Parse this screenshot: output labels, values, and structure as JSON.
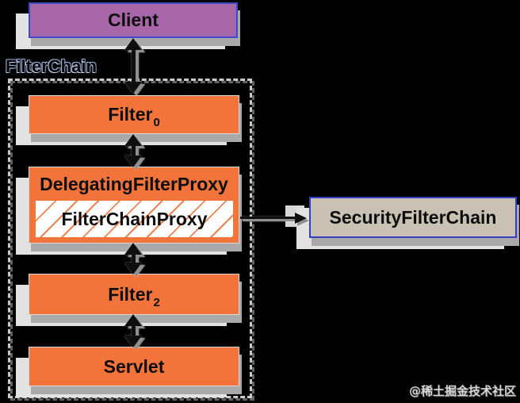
{
  "filterchain_label": "FilterChain",
  "nodes": {
    "client": {
      "label": "Client",
      "fill": "#a666a8",
      "border": "#3f49c9"
    },
    "filter0": {
      "label": "Filter",
      "sub": "0",
      "fill": "#f2743b"
    },
    "delegating_filter_proxy": {
      "label": "DelegatingFilterProxy",
      "fill": "#f2743b"
    },
    "filter_chain_proxy": {
      "label": "FilterChainProxy",
      "fill": "#ffffff",
      "hatch_color": "#ee8350"
    },
    "filter2": {
      "label": "Filter",
      "sub": "2",
      "fill": "#f2743b"
    },
    "servlet": {
      "label": "Servlet",
      "fill": "#f2743b"
    },
    "security_filter_chain": {
      "label": "SecurityFilterChain",
      "fill": "#c9c2b4",
      "border": "#3340c0"
    }
  },
  "arrows": [
    {
      "from": "Client",
      "to": "Filter0",
      "type": "double-headed"
    },
    {
      "from": "Filter0",
      "to": "DelegatingFilterProxy",
      "type": "double-headed"
    },
    {
      "from": "DelegatingFilterProxy",
      "to": "Filter2",
      "type": "double-headed"
    },
    {
      "from": "Filter2",
      "to": "Servlet",
      "type": "double-headed"
    },
    {
      "from": "FilterChainProxy",
      "to": "SecurityFilterChain",
      "type": "single-headed"
    }
  ],
  "colors": {
    "background": "#000000",
    "arrow": "#0f0f0f",
    "arrow_shadow": "#8f8f8f",
    "box_shadow_gray": "#a9a9a9",
    "box_shadow_light": "#e2e2e2",
    "dashed_border": "#c9c9c9"
  },
  "watermark": "@稀土掘金技术社区"
}
